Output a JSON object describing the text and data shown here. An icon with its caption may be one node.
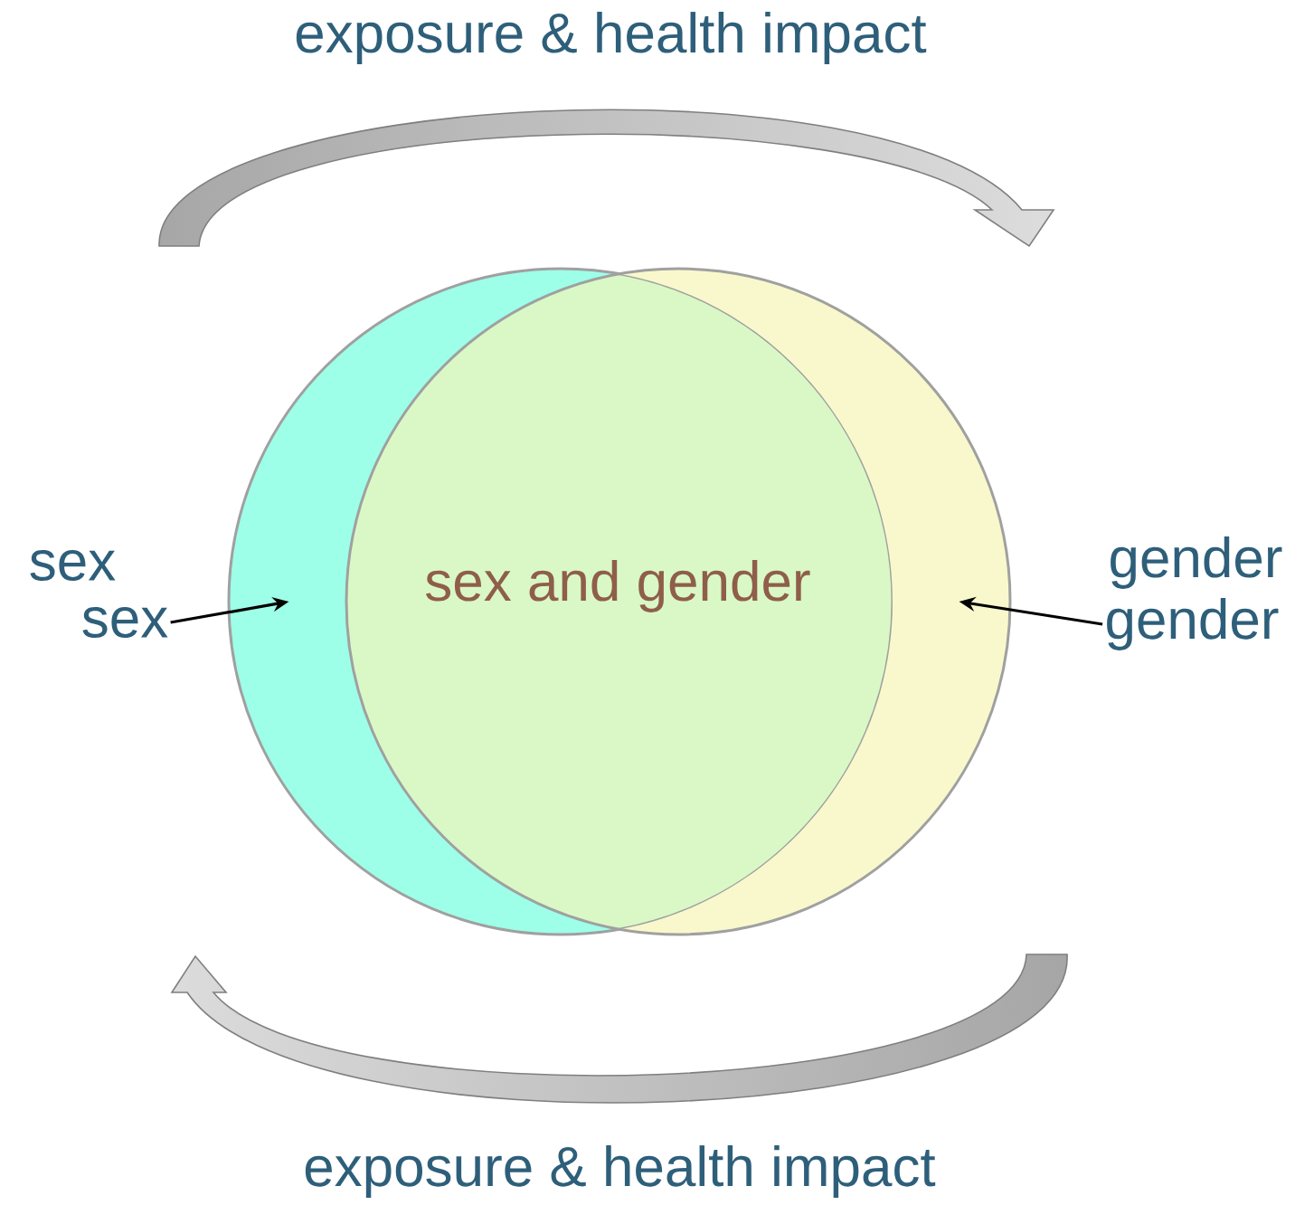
{
  "diagram": {
    "nodes": [
      {
        "text": [],
        "shape": "circle"
      },
      {
        "text": [],
        "shape": "circle"
      },
      {
        "text": [
          "sex"
        ]
      },
      {
        "text": [
          "gender"
        ]
      }
    ],
    "edges": [
      {
        "from": 2,
        "to": 0,
        "arrow": "to"
      },
      {
        "from": 3,
        "to": 1,
        "arrow": "to"
      }
    ],
    "labels": [
      "exposure & health impact",
      "sex",
      "sex and gender",
      "gender",
      "exposure & health impact"
    ]
  }
}
